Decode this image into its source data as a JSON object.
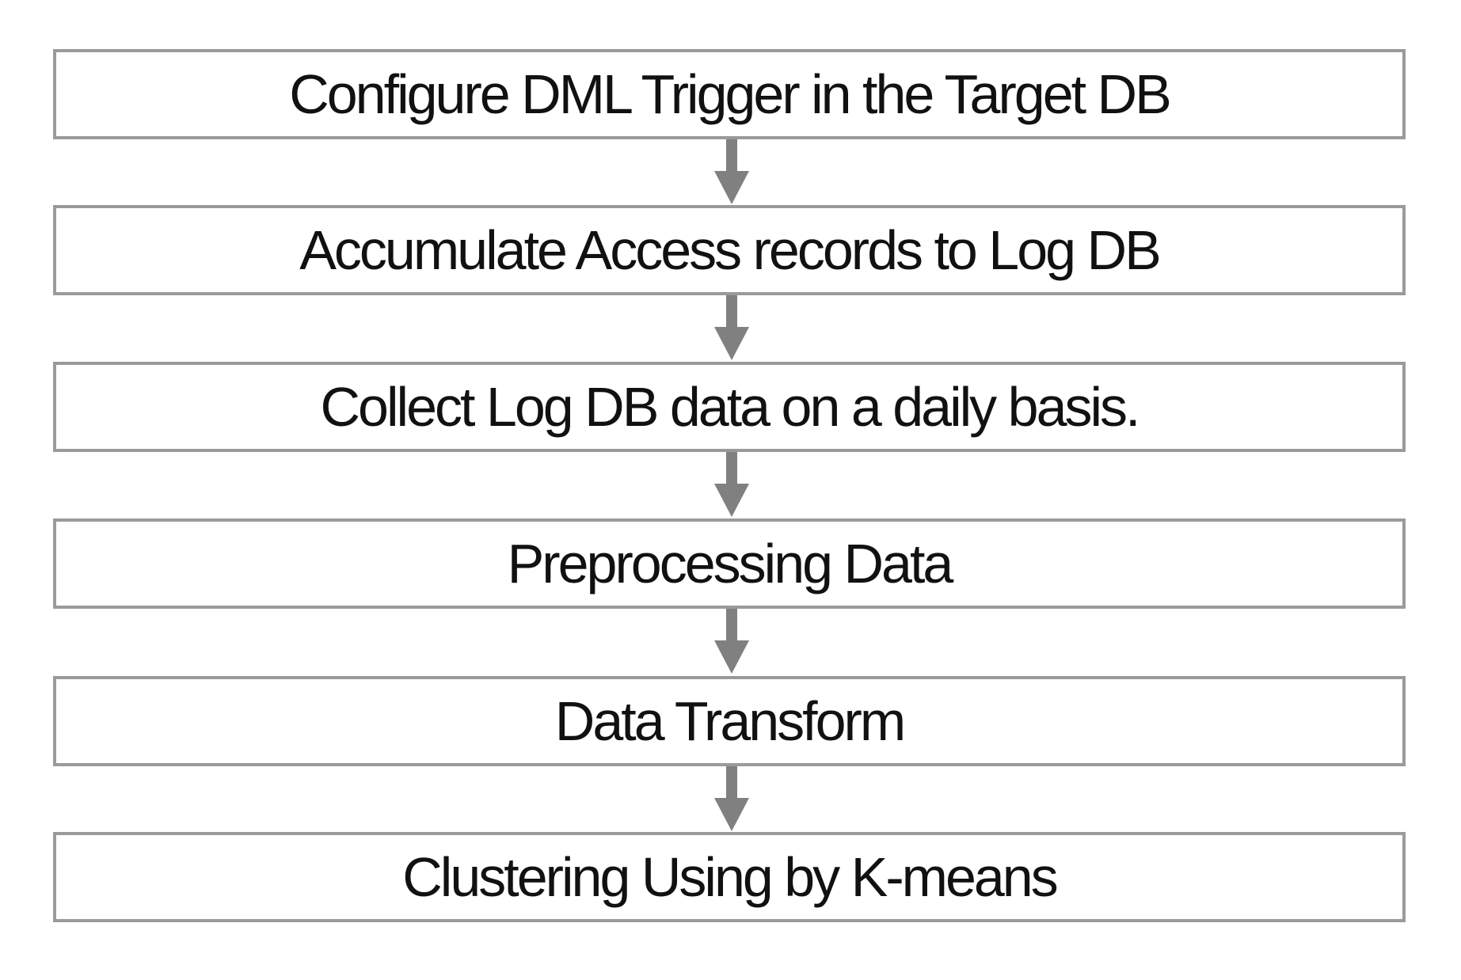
{
  "diagram": {
    "type": "flowchart",
    "direction": "top-to-bottom",
    "colors": {
      "box_border": "#9a9a9a",
      "arrow": "#808080",
      "text": "#111111",
      "background": "#ffffff"
    },
    "steps": [
      {
        "label": "Configure DML Trigger in the Target DB"
      },
      {
        "label": "Accumulate Access records to Log DB"
      },
      {
        "label": "Collect Log DB data on a daily basis."
      },
      {
        "label": "Preprocessing Data"
      },
      {
        "label": "Data Transform"
      },
      {
        "label": "Clustering Using by K-means"
      }
    ],
    "connectors": [
      {
        "from": 0,
        "to": 1,
        "style": "down-arrow"
      },
      {
        "from": 1,
        "to": 2,
        "style": "down-arrow"
      },
      {
        "from": 2,
        "to": 3,
        "style": "down-arrow"
      },
      {
        "from": 3,
        "to": 4,
        "style": "down-arrow"
      },
      {
        "from": 4,
        "to": 5,
        "style": "down-arrow"
      }
    ]
  }
}
